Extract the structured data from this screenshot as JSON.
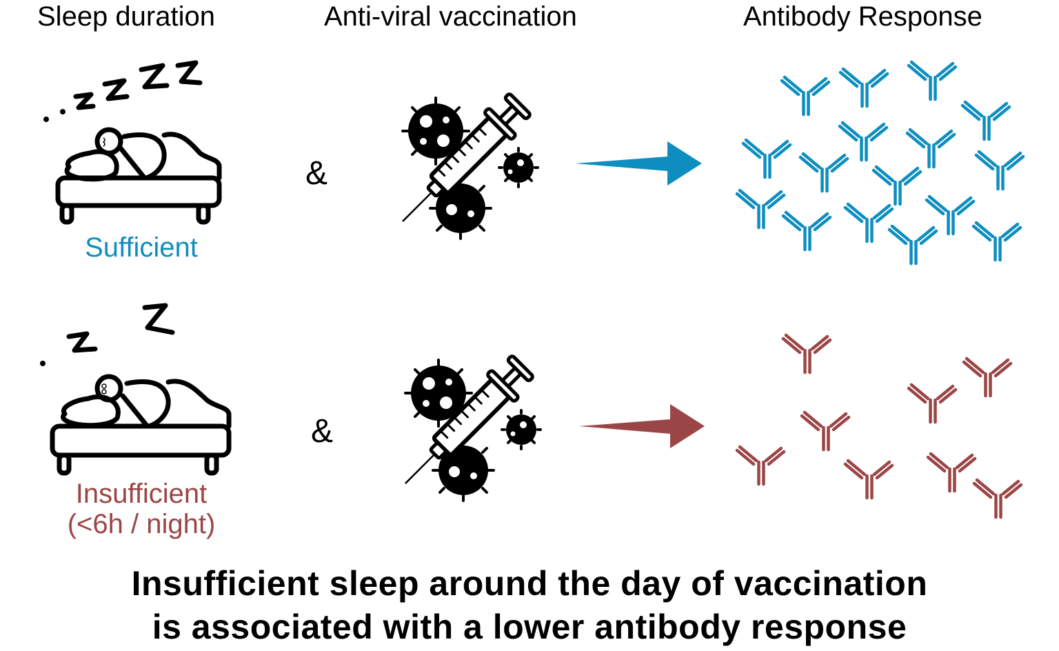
{
  "headers": {
    "sleep": "Sleep duration",
    "vaccination": "Anti-viral vaccination",
    "response": "Antibody Response"
  },
  "rows": [
    {
      "label": "Sufficient",
      "sublabel": "",
      "color": "#0e8ebf",
      "zzz": ".. z z Z Z Z",
      "connector": "&",
      "antibody_count": 17
    },
    {
      "label": "Insufficient",
      "sublabel": "(<6h / night)",
      "color": "#9b4646",
      "zzz": ". z Z",
      "connector": "&",
      "antibody_count": 8
    }
  ],
  "icons": {
    "sleep": "person-sleeping-in-bed-icon",
    "vaccine": "syringe-with-viruses-icon",
    "arrow": "right-arrow-icon",
    "antibody": "y-shaped-antibody-icon"
  },
  "caption": {
    "line1": "Insufficient sleep around the day of vaccination",
    "line2": "is associated with a lower antibody response"
  }
}
